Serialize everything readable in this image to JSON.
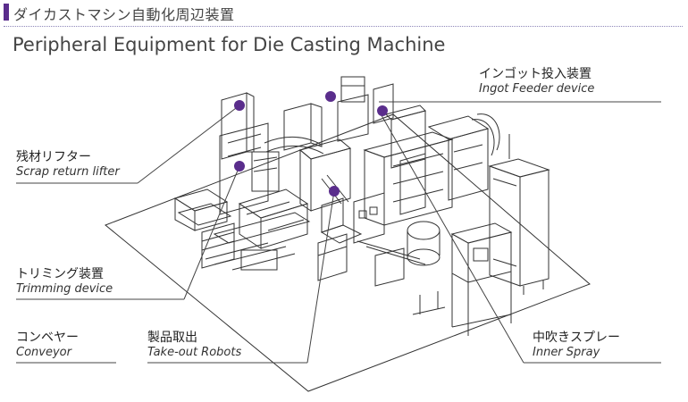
{
  "header": {
    "title_jp": "ダイカストマシン自動化周辺装置",
    "title_en": "Peripheral Equipment for Die Casting Machine",
    "accent": "#5a2d8c",
    "rule_color": "#8d86b8"
  },
  "marker_color": "#5a2d8c",
  "labels": [
    {
      "key": "ingot",
      "jp": "インゴット投入装置",
      "en": "Ingot Feeder device"
    },
    {
      "key": "scrap",
      "jp": "残材リフター",
      "en": "Scrap return lifter"
    },
    {
      "key": "trimming",
      "jp": "トリミング装置",
      "en": "Trimming device"
    },
    {
      "key": "conveyor",
      "jp": "コンベヤー",
      "en": "Conveyor"
    },
    {
      "key": "robots",
      "jp": "製品取出",
      "en": "Take-out Robots"
    },
    {
      "key": "spray",
      "jp": "中吹きスプレー",
      "en": "Inner Spray"
    }
  ]
}
